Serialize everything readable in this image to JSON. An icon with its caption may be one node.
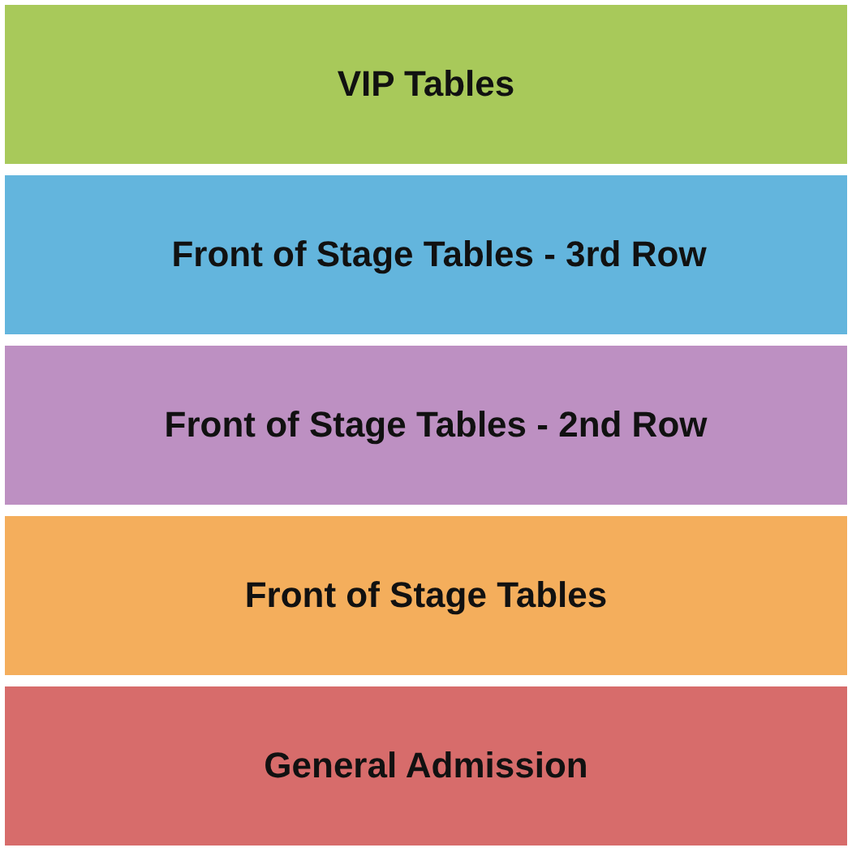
{
  "diagram": {
    "nodes": [
      {
        "text": [
          "VIP Tables"
        ]
      },
      {
        "text": [
          "Front of Stage Tables - 3rd Row"
        ]
      },
      {
        "text": [
          "Front of Stage Tables - 2nd Row"
        ]
      },
      {
        "text": [
          "Front of Stage Tables"
        ]
      },
      {
        "text": [
          "General Admission"
        ]
      }
    ]
  }
}
